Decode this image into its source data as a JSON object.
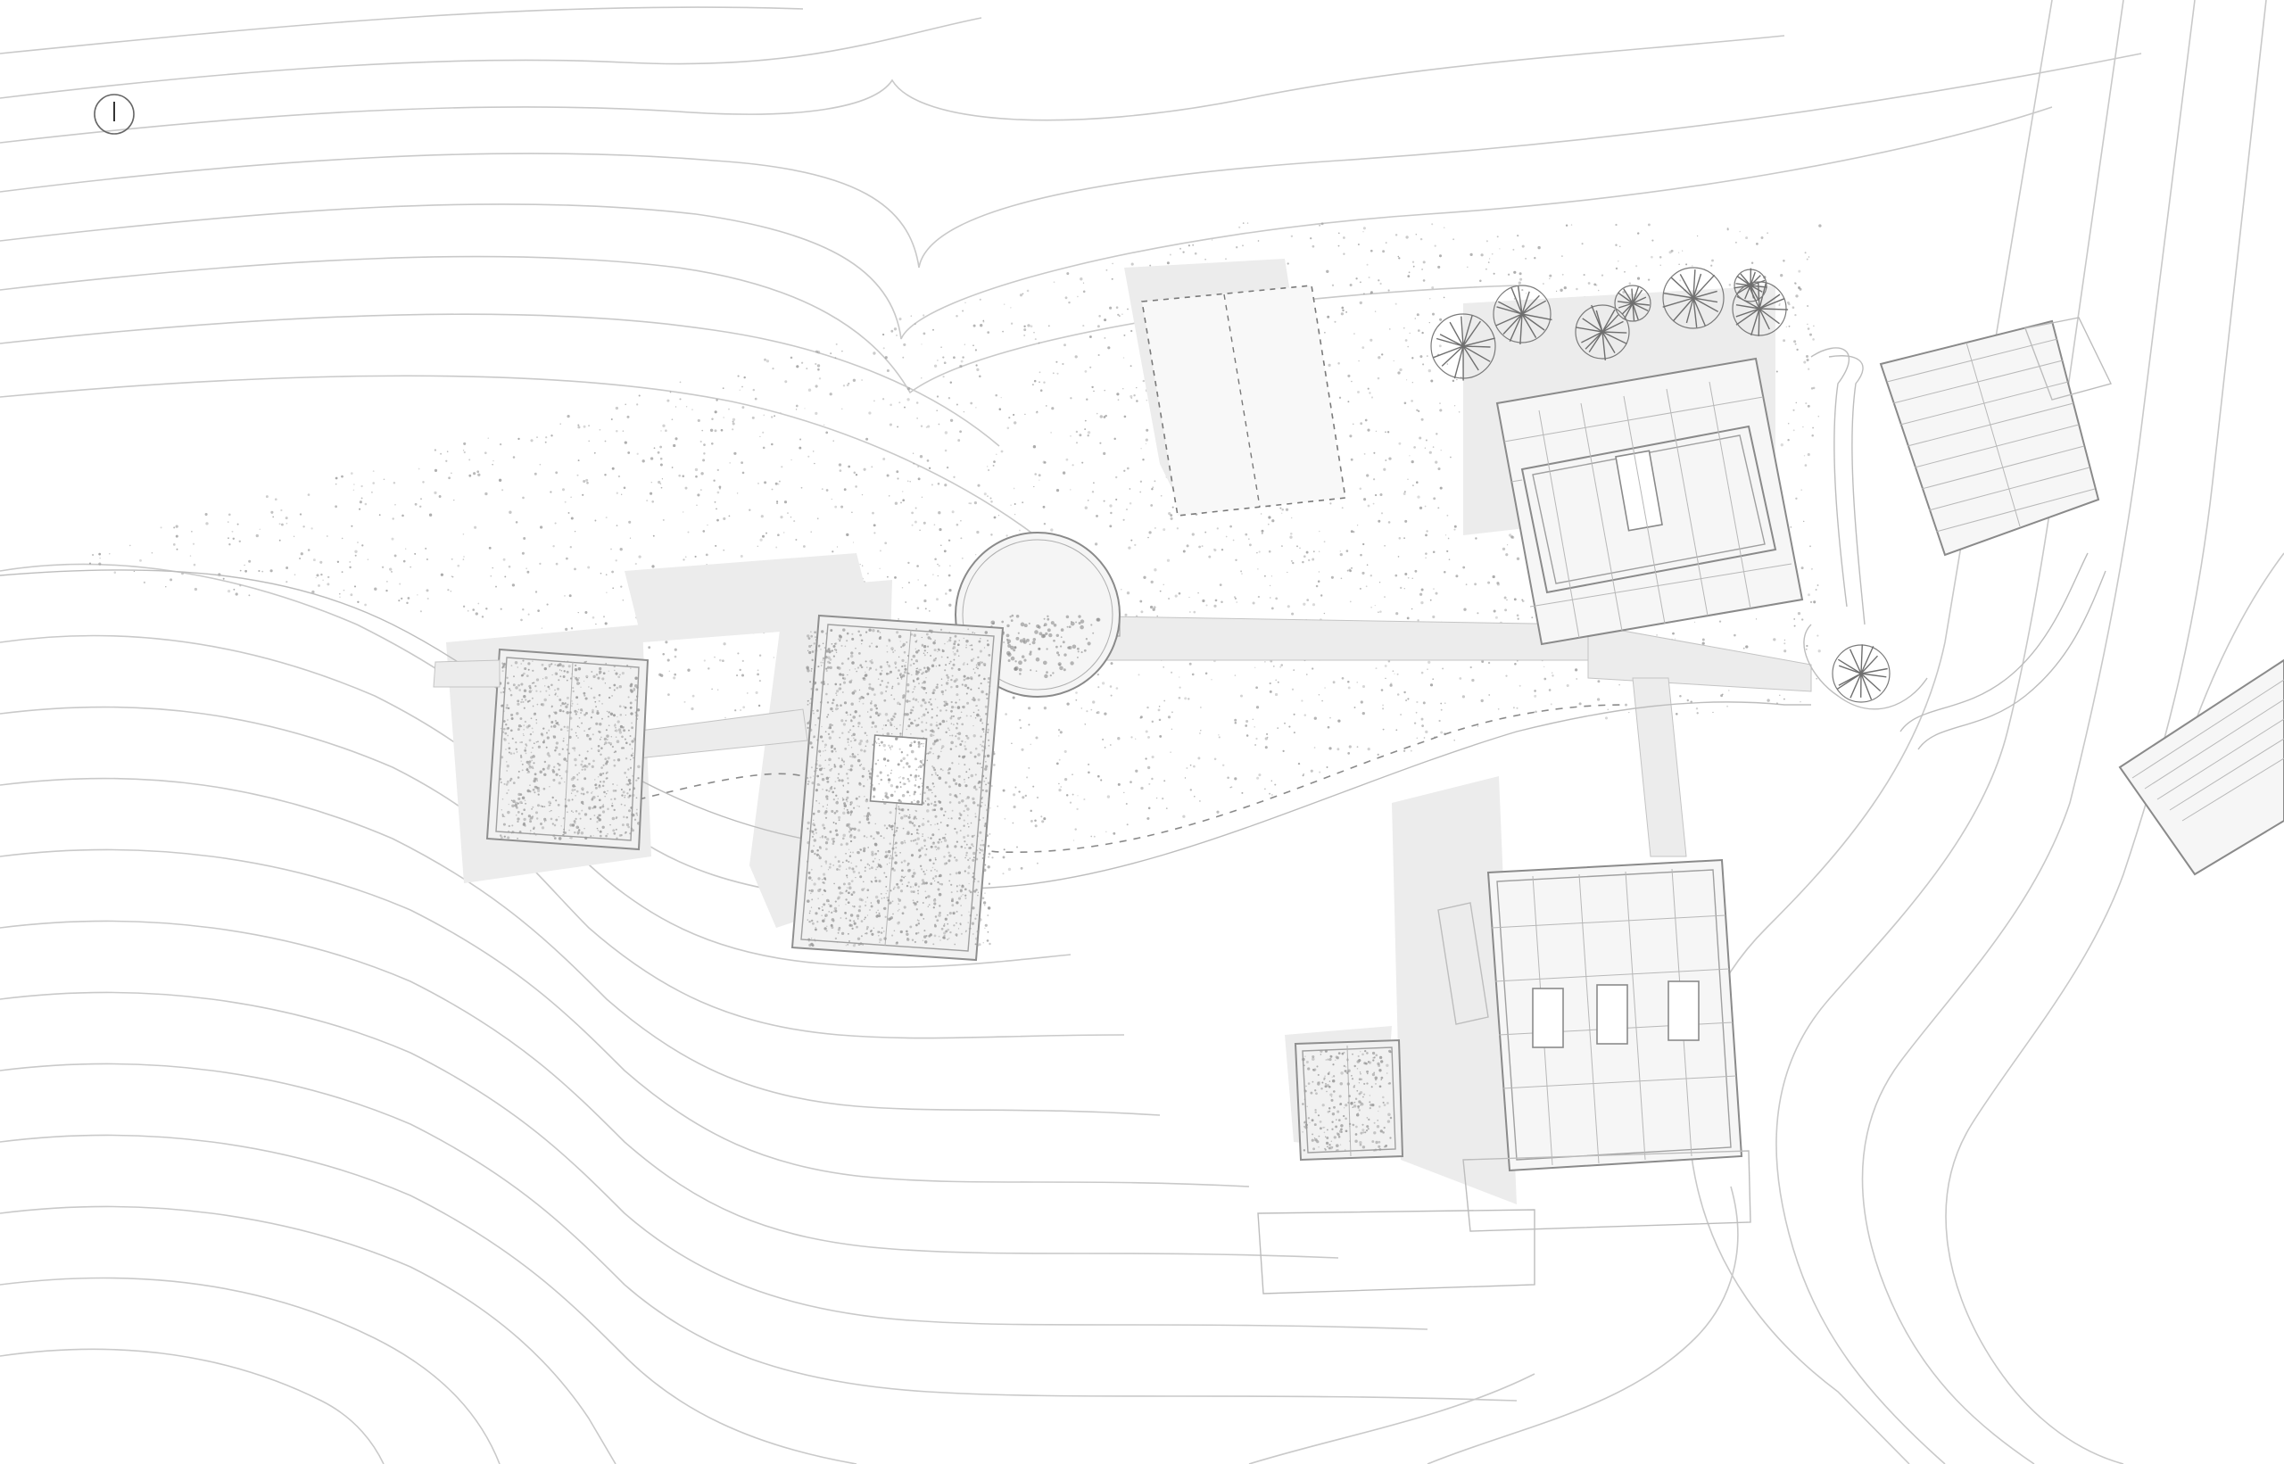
{
  "drawing": {
    "kind": "site plan",
    "line_color": "#c9c9c9",
    "roof_color": "#f6f6f6",
    "shadow_color": "#ececec",
    "vegetation_color": "#9a9a9a"
  },
  "north_arrow": {
    "icon": "north-arrow-icon"
  },
  "buildings": [
    {
      "id": "building-west-small",
      "roof": "green",
      "skylights": 0
    },
    {
      "id": "building-west-large",
      "roof": "green",
      "skylights": 1
    },
    {
      "id": "building-north-courtyard",
      "roof": "metal",
      "skylights": 1
    },
    {
      "id": "building-south-large",
      "roof": "metal",
      "skylights": 3
    },
    {
      "id": "building-south-small",
      "roof": "green",
      "skylights": 0
    },
    {
      "id": "building-north-dashed",
      "roof": "outline",
      "skylights": 0
    },
    {
      "id": "building-east-neighbor",
      "roof": "metal",
      "skylights": 0
    },
    {
      "id": "building-east-edge",
      "roof": "metal",
      "skylights": 0
    }
  ],
  "features": {
    "circular_garden": "circle",
    "walkway": "path",
    "trees": 8
  }
}
